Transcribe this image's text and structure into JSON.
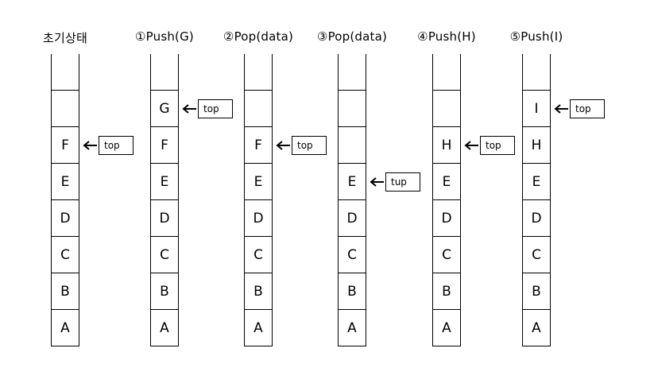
{
  "stacks": [
    {
      "title": "초기상태",
      "slots": [
        "",
        "",
        "F",
        "E",
        "D",
        "C",
        "B",
        "A"
      ],
      "top_label": "top"
    },
    {
      "title": "①Push(G)",
      "slots": [
        "",
        "G",
        "F",
        "E",
        "D",
        "C",
        "B",
        "A"
      ],
      "top_label": "top"
    },
    {
      "title": "②Pop(data)",
      "slots": [
        "",
        "",
        "F",
        "E",
        "D",
        "C",
        "B",
        "A"
      ],
      "top_label": "top"
    },
    {
      "title": "③Pop(data)",
      "slots": [
        "",
        "",
        "",
        "E",
        "D",
        "C",
        "B",
        "A"
      ],
      "top_label": "tup"
    },
    {
      "title": "④Push(H)",
      "slots": [
        "",
        "",
        "H",
        "E",
        "D",
        "C",
        "B",
        "A"
      ],
      "top_label": "top"
    },
    {
      "title": "⑤Push(I)",
      "slots": [
        "",
        "I",
        "H",
        "E",
        "D",
        "C",
        "B",
        "A"
      ],
      "top_label": "top"
    }
  ]
}
